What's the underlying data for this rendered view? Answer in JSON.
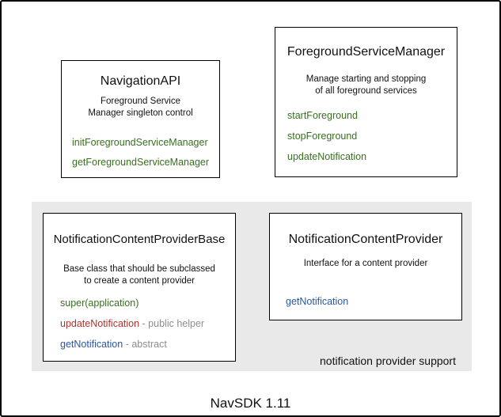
{
  "colors": {
    "method_green": "#37701e",
    "method_red": "#b03128",
    "method_blue": "#2a56a3",
    "annotation_gray": "#8d8d8d",
    "group_background": "#e9e9e9",
    "border": "#000000"
  },
  "boxes": {
    "navigation_api": {
      "title": "NavigationAPI",
      "desc": [
        "Foreground Service",
        "Manager singleton control"
      ],
      "methods": [
        {
          "name": "initForegroundServiceManager"
        },
        {
          "name": "getForegroundServiceManager"
        }
      ]
    },
    "foreground_service_manager": {
      "title": "ForegroundServiceManager",
      "desc": [
        "Manage starting and stopping",
        "of all foreground services"
      ],
      "methods": [
        {
          "name": "startForeground"
        },
        {
          "name": "stopForeground"
        },
        {
          "name": "updateNotification"
        }
      ]
    },
    "notification_content_provider_base": {
      "title": "NotificationContentProviderBase",
      "desc": [
        "Base class that should be subclassed",
        "to create a content provider"
      ],
      "methods": [
        {
          "name": "super(application)",
          "suffix": ""
        },
        {
          "name": "updateNotification",
          "suffix": " - public helper"
        },
        {
          "name": "getNotification",
          "suffix": " - abstract"
        }
      ]
    },
    "notification_content_provider": {
      "title": "NotificationContentProvider",
      "desc": [
        "Interface for a content provider"
      ],
      "methods": [
        {
          "name": "getNotification"
        }
      ]
    }
  },
  "group": {
    "label": "notification provider support"
  },
  "footer": {
    "label": "NavSDK 1.11"
  }
}
